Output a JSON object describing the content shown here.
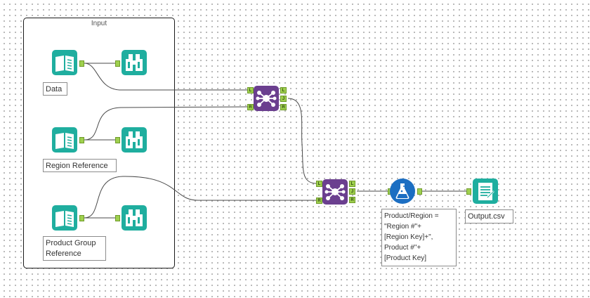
{
  "container": {
    "title": "Input"
  },
  "tools": {
    "data_input": {
      "label": "Data"
    },
    "region_input": {
      "label": "Region Reference"
    },
    "product_input": {
      "label": "Product Group Reference"
    },
    "join1": {
      "anchors": {
        "left": "L",
        "right": "R",
        "out_left": "L",
        "out_join": "J",
        "out_right": "R"
      }
    },
    "join2": {
      "anchors": {
        "left": "L",
        "right": "R",
        "out_left": "L",
        "out_join": "J",
        "out_right": "R"
      }
    },
    "formula": {
      "label": "Product/Region =\n\"Region #\"+\n[Region Key]+\",\nProduct #\"+\n[Product Key]"
    },
    "output": {
      "label": "Output.csv"
    }
  },
  "colors": {
    "input_tool": "#1fae9f",
    "browse_tool": "#1fae9f",
    "join_tool": "#6b3f8f",
    "formula_tool": "#1b6ec2",
    "output_tool": "#1fae9f",
    "anchor": "#9fd04e"
  },
  "icons": {
    "input": "book-icon",
    "browse": "binoculars-icon",
    "join": "join-icon",
    "formula": "flask-icon",
    "output": "document-icon"
  }
}
